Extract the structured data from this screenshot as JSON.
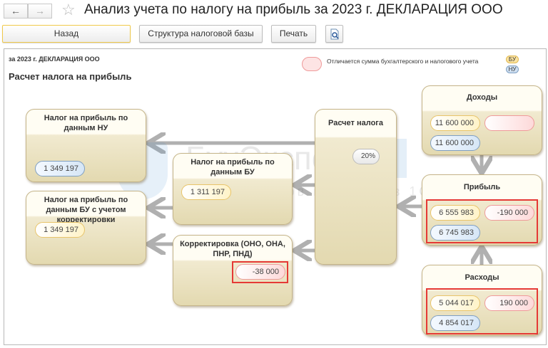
{
  "window": {
    "title": "Анализ учета по налогу на прибыль за 2023 г. ДЕКЛАРАЦИЯ ООО",
    "back_icon": "arrow-left",
    "forward_icon": "arrow-right",
    "favorite_icon": "star"
  },
  "toolbar": {
    "back": "Назад",
    "structure": "Структура налоговой базы",
    "print": "Печать",
    "preview_icon": "document-search"
  },
  "report": {
    "subtitle": "за 2023 г. ДЕКЛАРАЦИЯ ООО",
    "heading": "Расчет налога на прибыль"
  },
  "legend": {
    "text": "Отличается сумма бухгалтерского и налогового учета",
    "bu": "БУ",
    "nu": "НУ"
  },
  "watermark": {
    "brand": "БухЭксперт",
    "num": "8",
    "tagline": "база ответов по учёту в 1С"
  },
  "boxes": {
    "tax_nu": {
      "title": "Налог на прибыль по данным НУ",
      "nu": "1 349 197"
    },
    "tax_bu_corr": {
      "title": "Налог на прибыль по данным БУ с учетом корректировки",
      "bu": "1 349 197"
    },
    "tax_bu": {
      "title": "Налог на прибыль по данным БУ",
      "bu": "1 311 197"
    },
    "correction": {
      "title": "Корректировка (ОНО, ОНА, ПНР, ПНД)",
      "diff": "-38 000"
    },
    "calc": {
      "title": "Расчет налога",
      "rate": "20%"
    },
    "income": {
      "title": "Доходы",
      "bu": "11 600 000",
      "diff": "",
      "nu": "11 600 000"
    },
    "profit": {
      "title": "Прибыль",
      "bu": "6 555 983",
      "diff": "-190 000",
      "nu": "6 745 983"
    },
    "expenses": {
      "title": "Расходы",
      "bu": "5 044 017",
      "diff": "190 000",
      "nu": "4 854 017"
    }
  },
  "colors": {
    "highlight": "#e53935",
    "bu": "#fff3c8",
    "nu": "#d6e6f6",
    "diff": "#fdd9d9"
  }
}
